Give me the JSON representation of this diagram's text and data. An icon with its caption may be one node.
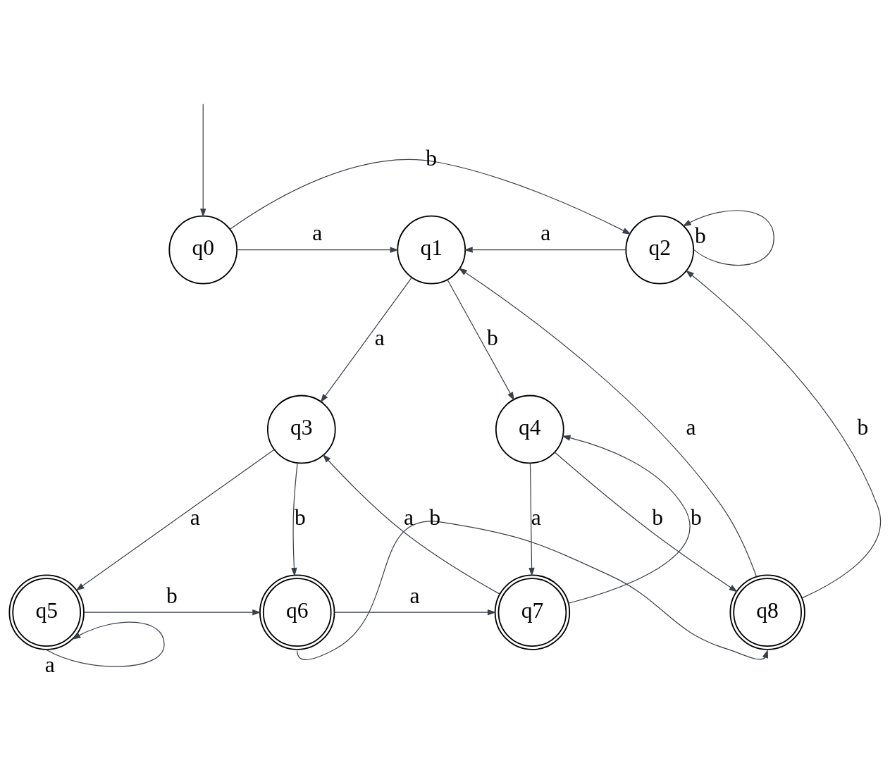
{
  "diagram": {
    "nodes": [
      {
        "text": [
          "q0"
        ]
      },
      {
        "text": [
          "q1"
        ]
      },
      {
        "text": [
          "q2"
        ]
      },
      {
        "text": [
          "q3"
        ]
      },
      {
        "text": [
          "q4"
        ]
      },
      {
        "text": [
          "q5"
        ]
      },
      {
        "text": [
          "q6"
        ]
      },
      {
        "text": [
          "q7"
        ]
      },
      {
        "text": [
          "q8"
        ]
      }
    ],
    "edges": [
      {
        "from": null,
        "to": 0,
        "arrow": "to"
      },
      {
        "from": 0,
        "to": 2,
        "arrow": "to",
        "label": "b"
      },
      {
        "from": 0,
        "to": 1,
        "arrow": "to",
        "label": "a"
      },
      {
        "from": 2,
        "to": 1,
        "arrow": "to",
        "label": "a"
      },
      {
        "from": 2,
        "to": 2,
        "arrow": "to",
        "label": "b"
      },
      {
        "from": 1,
        "to": 3,
        "arrow": "to",
        "label": "a"
      },
      {
        "from": 1,
        "to": 4,
        "arrow": "to",
        "label": "b"
      },
      {
        "from": 8,
        "to": 2,
        "arrow": "to",
        "label": "b"
      },
      {
        "from": 3,
        "to": 5,
        "arrow": "to",
        "label": "a"
      },
      {
        "from": 3,
        "to": 6,
        "arrow": "to",
        "label": "b"
      },
      {
        "from": 7,
        "to": 3,
        "arrow": "to",
        "label": "a"
      },
      {
        "from": 8,
        "to": 1,
        "arrow": "to",
        "label": "a"
      },
      {
        "from": 4,
        "to": 7,
        "arrow": "to",
        "label": "a"
      },
      {
        "from": 7,
        "to": 4,
        "arrow": "to",
        "label": "b"
      },
      {
        "from": 4,
        "to": 8,
        "arrow": "to",
        "label": "b"
      },
      {
        "from": 5,
        "to": 5,
        "arrow": "to",
        "label": "a"
      },
      {
        "from": 5,
        "to": 6,
        "arrow": "to",
        "label": "b"
      },
      {
        "from": 6,
        "to": 7,
        "arrow": "to",
        "label": "a"
      },
      {
        "from": 6,
        "to": 8,
        "arrow": "to",
        "label": "b"
      }
    ]
  }
}
